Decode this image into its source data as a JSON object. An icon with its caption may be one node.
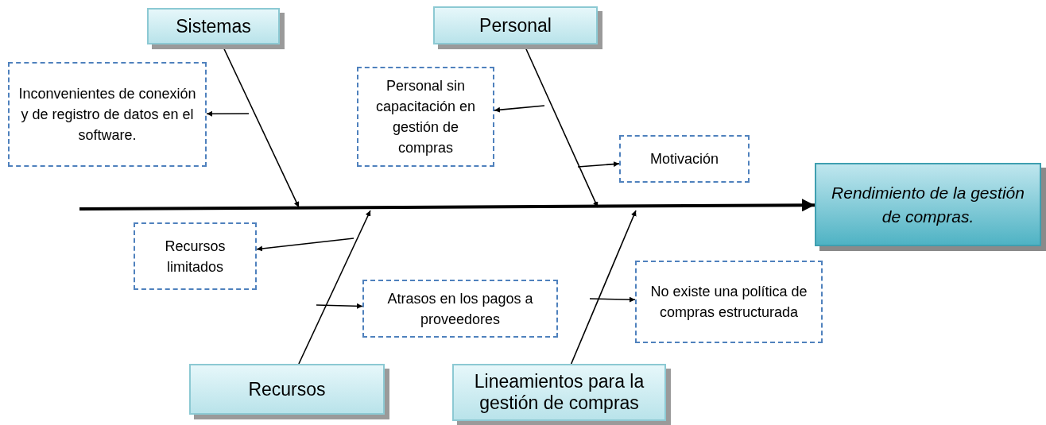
{
  "diagram": {
    "nodes": [
      {
        "text": [
          "Sistemas"
        ]
      },
      {
        "text": [
          "Personal"
        ]
      },
      {
        "text": [
          "Inconvenientes de conexión y de registro de datos en el software."
        ]
      },
      {
        "text": [
          "Personal sin capacitación en gestión de compras"
        ]
      },
      {
        "text": [
          "Motivación"
        ]
      },
      {
        "text": [
          "Rendimiento de la gestión de compras."
        ]
      },
      {
        "text": [
          "Recursos limitados"
        ]
      },
      {
        "text": [
          "Atrasos en los pagos a proveedores"
        ]
      },
      {
        "text": [
          "No existe una política de compras estructurada"
        ]
      },
      {
        "text": [
          "Recursos"
        ]
      },
      {
        "text": [
          "Lineamientos para la gestión de compras"
        ]
      }
    ],
    "edges": [
      {
        "from": null,
        "to": 5,
        "arrow": "to",
        "style": "thick"
      },
      {
        "from": 0,
        "to": null,
        "arrow": "to"
      },
      {
        "from": null,
        "to": 2,
        "arrow": "to"
      },
      {
        "from": 1,
        "to": null,
        "arrow": "to"
      },
      {
        "from": null,
        "to": 3,
        "arrow": "to"
      },
      {
        "from": null,
        "to": 4,
        "arrow": "to"
      },
      {
        "from": 9,
        "to": null,
        "arrow": "to"
      },
      {
        "from": null,
        "to": 6,
        "arrow": "to"
      },
      {
        "from": null,
        "to": 7,
        "arrow": "to"
      },
      {
        "from": 10,
        "to": null,
        "arrow": "to"
      },
      {
        "from": null,
        "to": 8,
        "arrow": "to"
      }
    ]
  }
}
